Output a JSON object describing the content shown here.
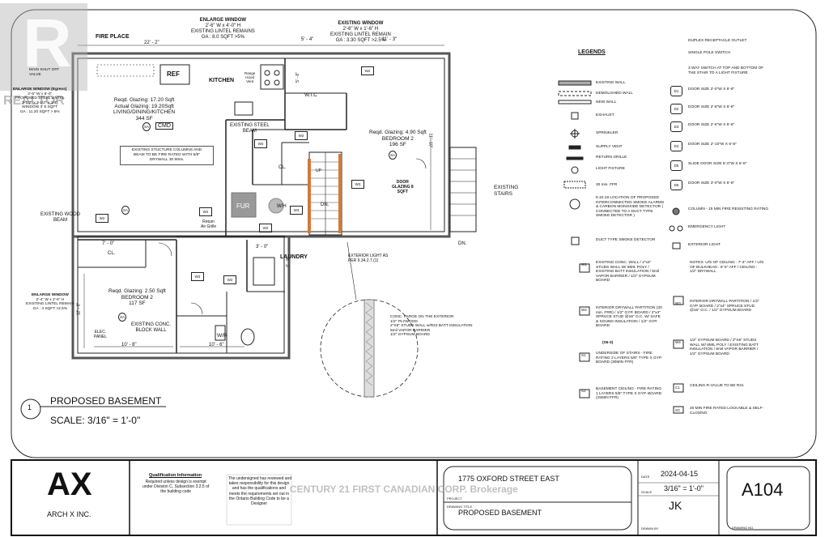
{
  "watermark": {
    "logo_letter": "R",
    "logo_text": "REALTOR",
    "center_text": "CENTURY 21 FIRST CANADIAN CORP. Brokerage"
  },
  "plan": {
    "fireplace": "FIRE PLACE",
    "enlarge_window_top": [
      "ENLARGE WINDOW",
      "2'-6\" W x 4'-0\" H",
      "EXISTING LINTEL REMAINS",
      "GA : 8.0 SQFT >5%"
    ],
    "existing_window_top": [
      "EXISTING WINDOW",
      "2'-6\" W x 1'-6\" H",
      "EXISTING LINTEL REMAIN",
      "GA : 3.30 SQFT >2.5%"
    ],
    "dim_22_2": "22' - 2\"",
    "dim_5_4": "5' - 4\"",
    "dim_11_3": "11' - 3\"",
    "main_shutoff": [
      "MAIN SHUT OFF",
      "VALVE"
    ],
    "enlarge_window_egress": [
      "ENLARGE WINDOW (Egress)",
      "3'-6\" W x 6'-0\"",
      "PROPOSED STEEL LINTEL",
      "3-1/2\" x 3-1/2\" x 1/4\"",
      "WINDOW 3' 8 SQFT",
      "GA : 11.20 SQFT > 5%"
    ],
    "ref": "REF",
    "kitchen": "KITCHEN",
    "range_hood": [
      "Range",
      "Hood",
      "Vent"
    ],
    "wic": "W.I.C",
    "dim_wic": "5' - 8\"",
    "living": [
      "Reqd. Glazing: 17.20 Sqft",
      "Actual Glazing: 19.20Sqft",
      "LIVING/DINING/KITCHEN",
      "344 SF"
    ],
    "cmd": "CMD",
    "existing_steel_beam": [
      "EXISTING STEEL",
      "BEAM"
    ],
    "structure_note": [
      "EXISTING STUCTURE COLUMNS AND",
      "BEAM TO BE FIRE RATED WITH 5/8\"",
      "DRYWALL 30 MIns."
    ],
    "bedroom2_top": [
      "Reqd. Glazing: 4.90 Sqft",
      "BEDROOM 2",
      "196 SF"
    ],
    "dim_bed_top": "11' - 10\"",
    "cl": "CL.",
    "door_glazing": [
      "DOOR",
      "GLAZING 8",
      "SQFT"
    ],
    "existing_stairs": [
      "EXISTING",
      "STAIRS"
    ],
    "up": "UP",
    "dn": "DN.",
    "dn2": "DN.",
    "existing_wood_beam": [
      "EXISTING WOOD",
      "BEAM"
    ],
    "fur": "FUR",
    "wh": "W/H",
    "return_air": [
      "Return",
      "Air Grille"
    ],
    "dim_7_0": "7' - 0\"",
    "cl2": "CL.",
    "dim_3_0": "3' - 0\"",
    "dim_4_9": "4' - 9\"",
    "laundry": "LAUNDRY",
    "exterior_light": [
      "EXTERIOR LIGHT AS",
      "PER 9.34.2.7.(1)"
    ],
    "enlarge_window_bed": [
      "ENLARGE WINDOW",
      "2'-4\" W x 2'-6\" H",
      "EXISTING LINTEL REMAIN",
      "GA : 4 SQFT >2.5%"
    ],
    "bedroom2_low": [
      "Reqd. Glazing: 2.50 Sqft",
      "BEDROOM 2",
      "117 SF"
    ],
    "dim_10_8": "10' - 8\"",
    "dim_10_6": "10' - 6\"",
    "dim_side": "12' - 8\"",
    "existing_block_wall": [
      "EXISTING CONC.",
      "BLOCK WALL"
    ],
    "elec_panel": [
      "ELEC.",
      "PANEL"
    ],
    "wr": "W/R",
    "parge_note": [
      "CONC. PARGE ON THE EXTERIOR",
      "1/2\" PLYWOOD",
      "2\"X6\" STUDS WALL w/R22 BATT INSULATION",
      "6mil VAPOR BARRIER",
      "1/2\" GYPSUM BOARD"
    ],
    "tags": {
      "w2": "W2",
      "w3": "W3",
      "sa": "SA"
    },
    "number": "1",
    "title": "PROPOSED BASEMENT",
    "scale": "SCALE: 3/16\" = 1'-0\""
  },
  "legend": {
    "heading": "LEGENDS",
    "left": [
      {
        "symbol": "existing-wall",
        "text": "EXISTING WALL"
      },
      {
        "symbol": "demolished-wall",
        "text": "DEMOLISHED WALL"
      },
      {
        "symbol": "new-wall",
        "text": "NEW WALL"
      },
      {
        "symbol": "exhaust",
        "text": "EXHAUST"
      },
      {
        "symbol": "sprinkler",
        "text": "SPRINKLER"
      },
      {
        "symbol": "supply-vent",
        "text": "SUPPLY VENT"
      },
      {
        "symbol": "return-grille",
        "text": "RETURN GRILLE"
      },
      {
        "symbol": "light-fixture",
        "text": "LIGHT FIXTURE"
      },
      {
        "symbol": "30-min-ffr",
        "text": "30 min. FFR"
      },
      {
        "symbol": "smoke-alarm",
        "text": "9.10.19 LOCATION OF PROPOSED INTERCONNECTED SMOKE ALARMS & CARBON MONOXIDE DETECTOR ( CONNECTED TO A DUCT TYPE SMOKE DETECTOR )"
      },
      {
        "symbol": "duct-smoke",
        "text": "DUCT TYPE SMOKE DETECTOR"
      }
    ],
    "right": [
      {
        "symbol": "duplex-outlet",
        "text": "DUPLEX RECEPTACLE OUTLET"
      },
      {
        "symbol": "single-switch",
        "text": "SINGLE POLE SWITCH"
      },
      {
        "symbol": "3way-switch",
        "text": "3 WAY SWITCH AT TOP AND BOTTOM OF THE STAIR TO A LIGHT FIXTURE"
      },
      {
        "symbol": "D1",
        "text": "DOOR SIZE 2'-0\"W X 6'-8\""
      },
      {
        "symbol": "D2",
        "text": "DOOR SIZE 2'-8\"W X 6'-8\""
      },
      {
        "symbol": "D3",
        "text": "DOOR SIZE 2'-6\"W X 6'-8\""
      },
      {
        "symbol": "D4",
        "text": "DOOR SIZE 2'-10\"W X 6'-8\""
      },
      {
        "symbol": "D5",
        "text": "SLIDE DOOR SIZE 5'-0\"W X 6'-8\""
      },
      {
        "symbol": "D6",
        "text": "DOOR SIZE 3'-0\"W X 6'-8\""
      },
      {
        "symbol": "column",
        "text": "COLUMN - 15 MIN FIRE RESISTING RATING"
      },
      {
        "symbol": "emergency",
        "text": "EMERGENCY LIGHT"
      },
      {
        "symbol": "exterior",
        "text": "EXTERIOR LIGHT"
      }
    ],
    "walls": [
      {
        "tag": "W1",
        "text": "EXISTING CONC. WALL / 2\"x4\" STUDS WALL W/ 6MIL POLY / EXISTING BATT INSULATION / 6mil VAPOR BARRIER / 1/2\" GYPSUM BOARD"
      },
      {
        "tag": "W2",
        "text": "INTERIOR DRYWALL PARTITION (30 min. FRR) / 1/2\" GYP. BOARD / 2\"x4\" SPRUCE STUD @16\" O.C. W/ SAFE & SOUND INSULATION / 1/2\" GYP. BOARD"
      },
      {
        "tag": "S1",
        "text": "UNDERSIDE OF STAIRS - FIRE RATING 2 LAYERS 5/8\" TYPE X GYP. BOARD (30MIN FFR)"
      },
      {
        "tag": "S2",
        "text": "BASEMENT CEILING - FIRE RATING 1 LAYERS 5/8\" TYPE X GYP. BOARD (15MIN FFR)"
      }
    ],
    "walls_right": [
      {
        "tag": "NOTES",
        "text": "NOTES: U/S OF CEILING : 7'-4\" AFF / U/S OF BULKHEAD : 6'-5\" AFF / CEILING : 1/2\" DRYWALL"
      },
      {
        "tag": "W3",
        "text": "INTERIOR DRYWALL PARTITION / 1/2\" GYP. BOARD / 2\"x4\" SPRUCE STUD @16\" O.C. / 1/2\" GYPSUM BOARD"
      },
      {
        "tag": "W4",
        "text": "1/2\" GYPSUM BOARD / 2\"X6\" STUDS WALL W/ 6MIL POLY / EXISTING BATT INSULATION / 6mil VAPOR BARRIER / 1/2\" GYPSUM BOARD"
      },
      {
        "tag": "C1",
        "text": "CEILING R-VALUE TO BE R31"
      },
      {
        "tag": "SC",
        "text": "20 MIN FIRE RATED LOCKABLE & SELF-CLOSING"
      }
    ],
    "s_label": "(S6-3)"
  },
  "titleblock": {
    "logo": "AX",
    "company": "ARCH X INC.",
    "qual_head": "Qualification Information",
    "qual_text": [
      "Required unless design is exempt",
      "under Division C, Subsection 3.2.5 of",
      "the building code"
    ],
    "designer_text": [
      "The undersigned has reviewed and",
      "takes responsibility for this design",
      "and has the qualifications and",
      "meets the requirements set out in",
      "the Ontario Building Code to be a",
      "Designer"
    ],
    "address": "1775 OXFORD STREET EAST",
    "project_label": "PROJECT",
    "drawing_title_label": "DRAWING TITLE",
    "drawing_title": "PROPOSED BASEMENT",
    "date_label": "DATE",
    "date": "2024-04-15",
    "scale_label": "SCALE",
    "scale": "3/16\" = 1'-0\"",
    "drawn_by_label": "DRAWN BY",
    "drawn_by": "JK",
    "sheet": "A104",
    "drawing_no_label": "DRAWING NO."
  }
}
